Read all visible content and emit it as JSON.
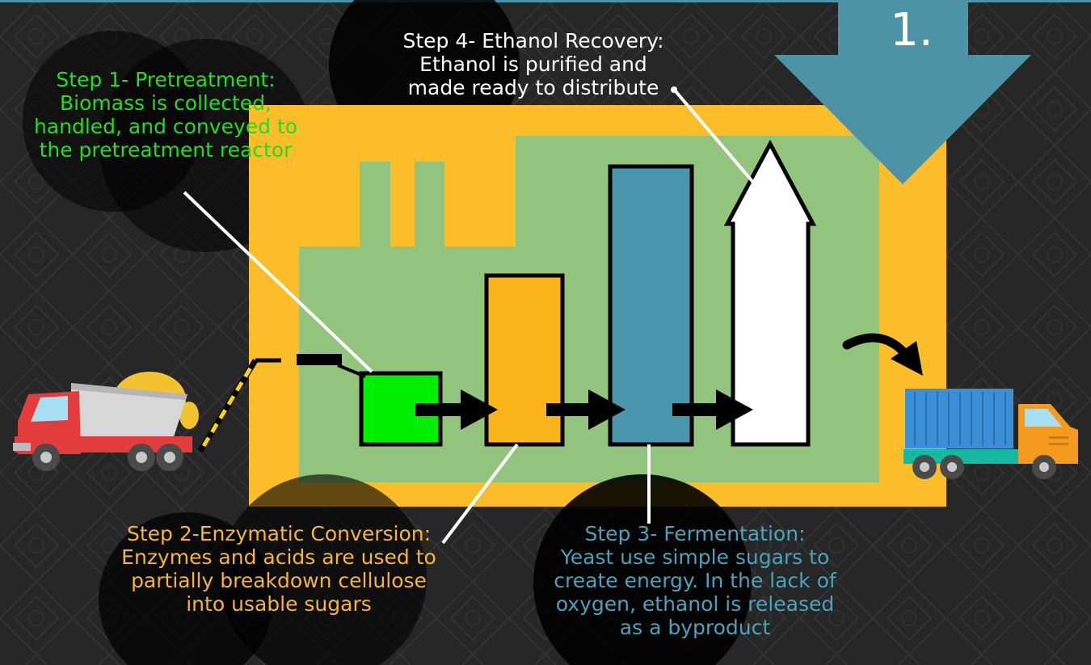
{
  "badge": "1.",
  "colors": {
    "background": "#262626",
    "pattern": "#333333",
    "factory_outline": "#fbbd2a",
    "factory_body": "#93c47d",
    "banner_arrow": "#4e92a6",
    "tank_pretreatment": "#00ee00",
    "tank_enzymatic": "#fbb41a",
    "tank_fermentation": "#4a97ad",
    "tank_recovery": "#ffffff",
    "step1_text": "#22dd22",
    "step2_text": "#f5b43a",
    "step3_text": "#4aa3bb",
    "step4_text": "#ffffff"
  },
  "steps": [
    {
      "id": "step1",
      "lines": [
        "Step 1- Pretreatment:",
        "Biomass is collected,",
        "handled, and conveyed to",
        "the pretreatment reactor"
      ]
    },
    {
      "id": "step2",
      "lines": [
        "Step 2-Enzymatic Conversion:",
        "Enzymes and acids are used to",
        "partially breakdown cellulose",
        "into usable sugars"
      ]
    },
    {
      "id": "step3",
      "lines": [
        "Step 3- Fermentation:",
        "Yeast use simple sugars to",
        "create energy. In the lack of",
        "oxygen, ethanol is released",
        "as a byproduct"
      ]
    },
    {
      "id": "step4",
      "lines": [
        "Step 4- Ethanol Recovery:",
        "Ethanol is purified and",
        "made ready to distribute"
      ]
    }
  ],
  "icons": {
    "left_truck": "dump-truck-icon",
    "right_truck": "container-truck-icon",
    "banner": "down-arrow-icon",
    "curved": "curved-arrow-icon"
  }
}
